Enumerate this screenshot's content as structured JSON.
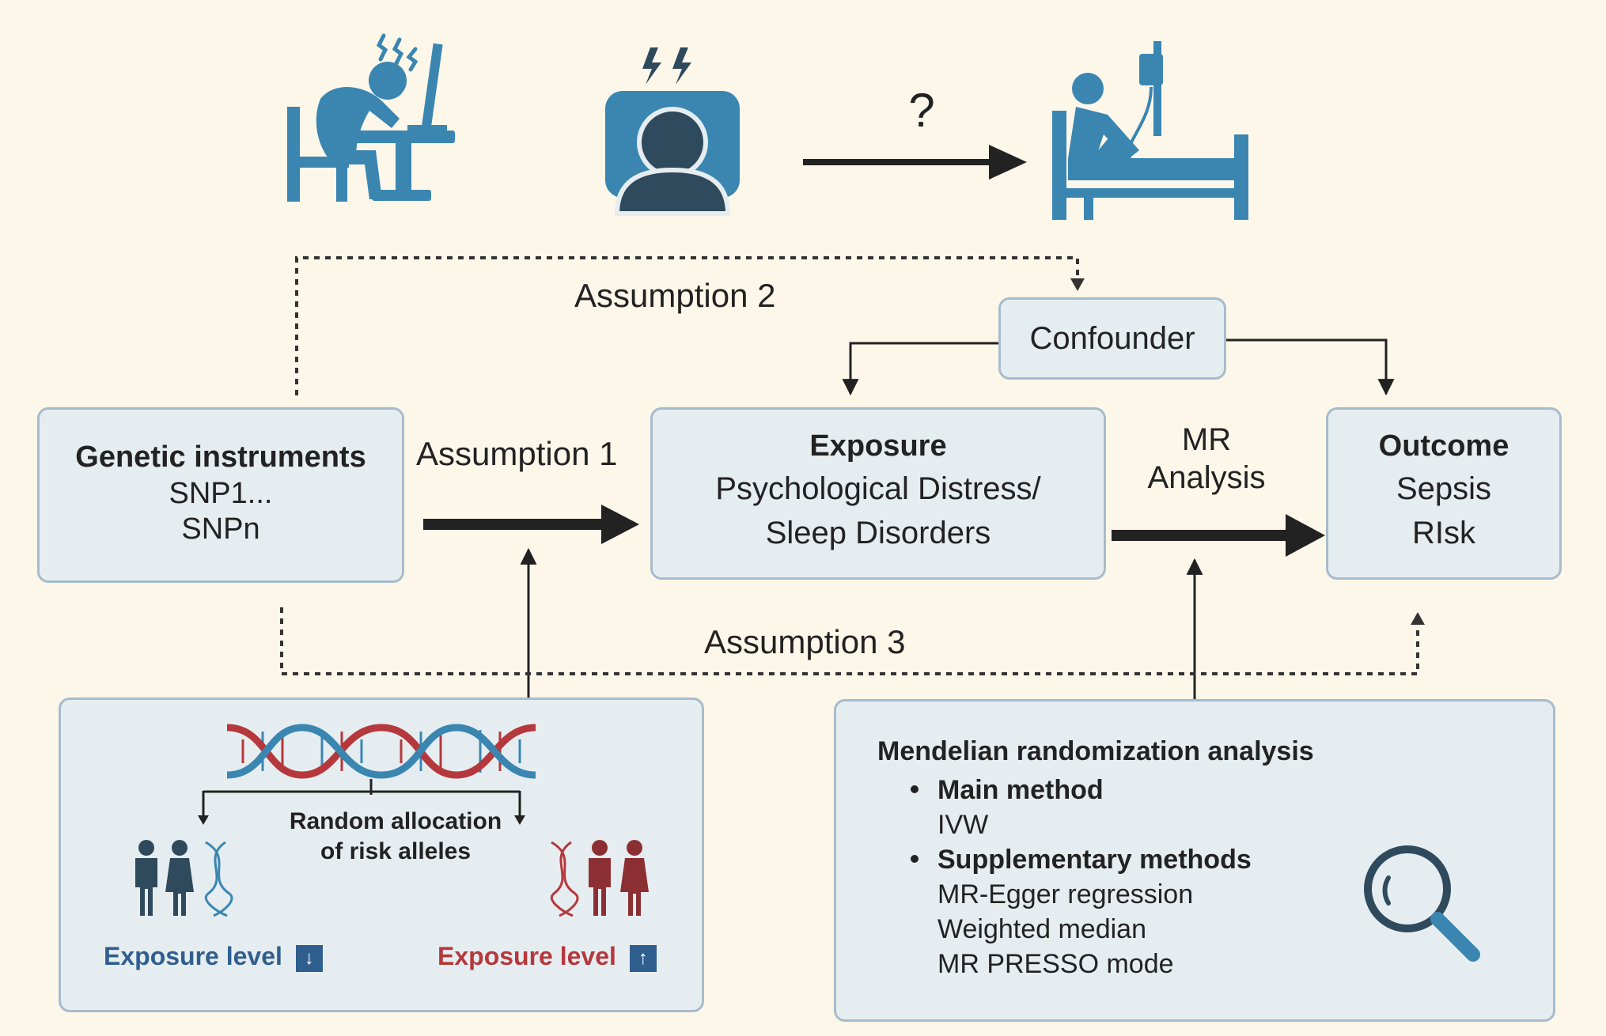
{
  "question_mark": "?",
  "labels": {
    "assumption1": "Assumption 1",
    "assumption2": "Assumption 2",
    "assumption3": "Assumption 3",
    "mr_analysis": [
      "MR",
      "Analysis"
    ]
  },
  "confounder": "Confounder",
  "genetic": {
    "title": "Genetic instruments",
    "lines": [
      "SNP1...",
      "SNPn"
    ]
  },
  "exposure": {
    "title": "Exposure",
    "lines": [
      "Psychological Distress/",
      "Sleep Disorders"
    ]
  },
  "outcome": {
    "title": "Outcome",
    "lines": [
      "Sepsis",
      "RIsk"
    ]
  },
  "random_allocation": {
    "text": [
      "Random allocation",
      "of risk alleles"
    ],
    "low_label": "Exposure level",
    "high_label": "Exposure level",
    "low_arrow": "↓",
    "high_arrow": "↑"
  },
  "mr_box": {
    "title": "Mendelian randomization analysis",
    "main_method_heading": "Main method",
    "main_methods": [
      "IVW"
    ],
    "supp_heading": "Supplementary methods",
    "supp_methods": [
      "MR-Egger regression",
      "Weighted median",
      "MR PRESSO mode"
    ]
  },
  "colors": {
    "icon_blue": "#3a86b1",
    "icon_dark": "#2f4a5c",
    "low_blue": "#2f5f8e",
    "high_red": "#b5383c",
    "box_fill": "#e6edf1",
    "box_border": "#a7bccb",
    "background": "#fdf7ea"
  },
  "icons": [
    "stressed-person-at-desk-icon",
    "head-stress-icon",
    "hospital-bed-patient-icon",
    "dna-helix-icon",
    "family-low-icon",
    "family-high-icon",
    "magnifier-icon"
  ]
}
